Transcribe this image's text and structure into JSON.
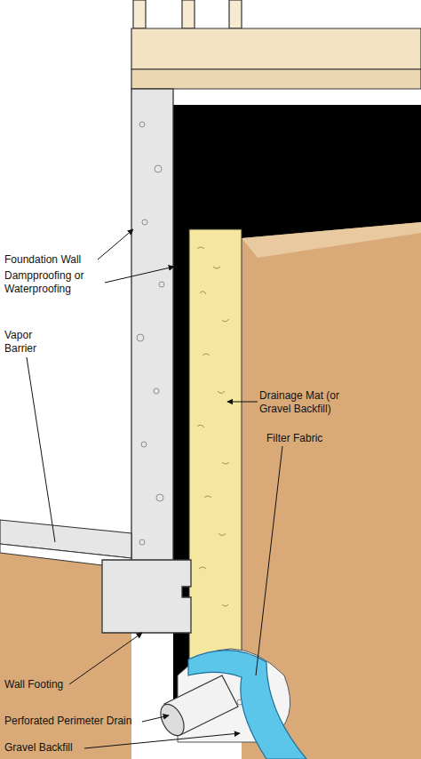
{
  "diagram": {
    "labels": [
      "Foundation Wall",
      "Dampproofing or Waterproofing",
      "Vapor Barrier",
      "Drainage Mat (or Gravel Backfill)",
      "Filter Fabric",
      "Wall Footing",
      "Perforated Perimeter Drain",
      "Gravel Backfill"
    ]
  }
}
